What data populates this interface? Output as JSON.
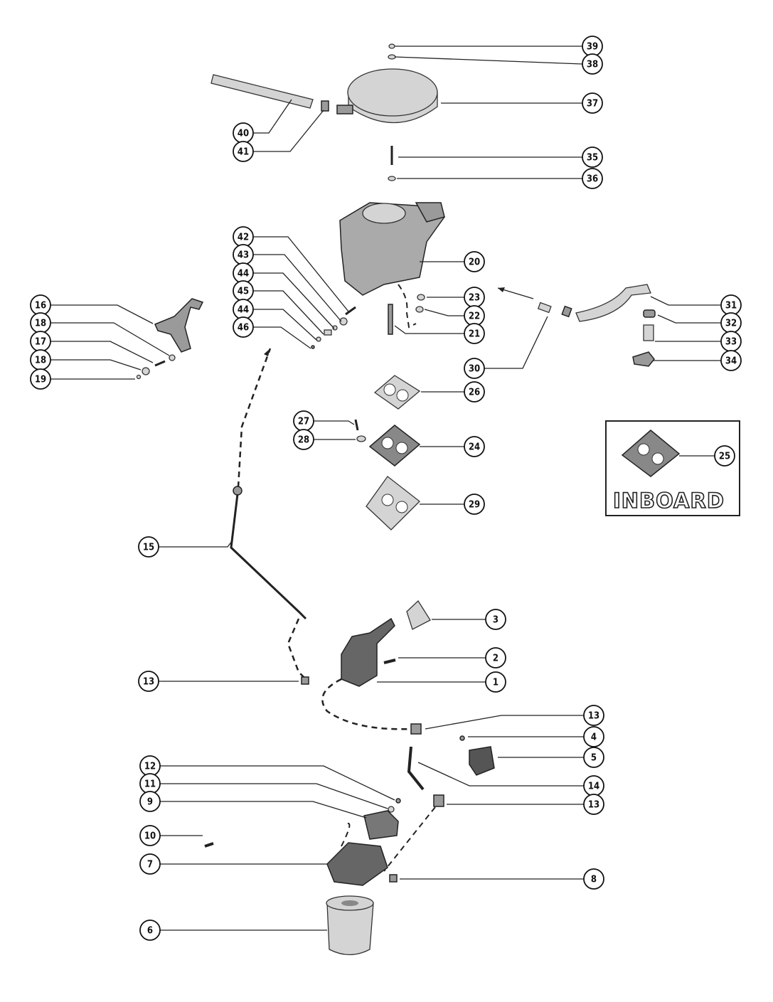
{
  "diagram": {
    "callouts": [
      "39",
      "38",
      "37",
      "40",
      "41",
      "35",
      "36",
      "42",
      "43",
      "44",
      "45",
      "44",
      "46",
      "20",
      "23",
      "22",
      "21",
      "31",
      "32",
      "33",
      "34",
      "30",
      "16",
      "18",
      "17",
      "18",
      "19",
      "26",
      "27",
      "28",
      "24",
      "25",
      "29",
      "15",
      "3",
      "2",
      "1",
      "13",
      "13",
      "4",
      "5",
      "14",
      "12",
      "11",
      "9",
      "13",
      "10",
      "7",
      "8",
      "6"
    ],
    "inset": {
      "label": "INBOARD",
      "callout": "25"
    }
  }
}
